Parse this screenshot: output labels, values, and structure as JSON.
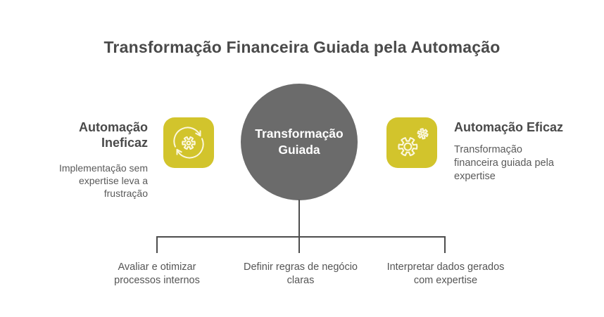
{
  "title": "Transformação Financeira Guiada pela Automação",
  "center_node": {
    "label": "Transformação Guiada"
  },
  "left_section": {
    "heading": "Automação Ineficaz",
    "body": "Implementação sem expertise leva a frustração",
    "icon": "sync-gear-icon"
  },
  "right_section": {
    "heading": "Automação Eficaz",
    "body": "Transformação financeira guiada pela expertise",
    "icon": "gears-icon"
  },
  "branches": [
    {
      "label": "Avaliar e otimizar processos internos"
    },
    {
      "label": "Definir regras de negócio claras"
    },
    {
      "label": "Interpretar dados gerados com expertise"
    }
  ],
  "colors": {
    "accent_yellow": "#d2c42c",
    "node_gray": "#6b6b6b",
    "connector": "#4d4d4d",
    "heading_text": "#4a4a4a",
    "body_text": "#5a5a5a"
  }
}
